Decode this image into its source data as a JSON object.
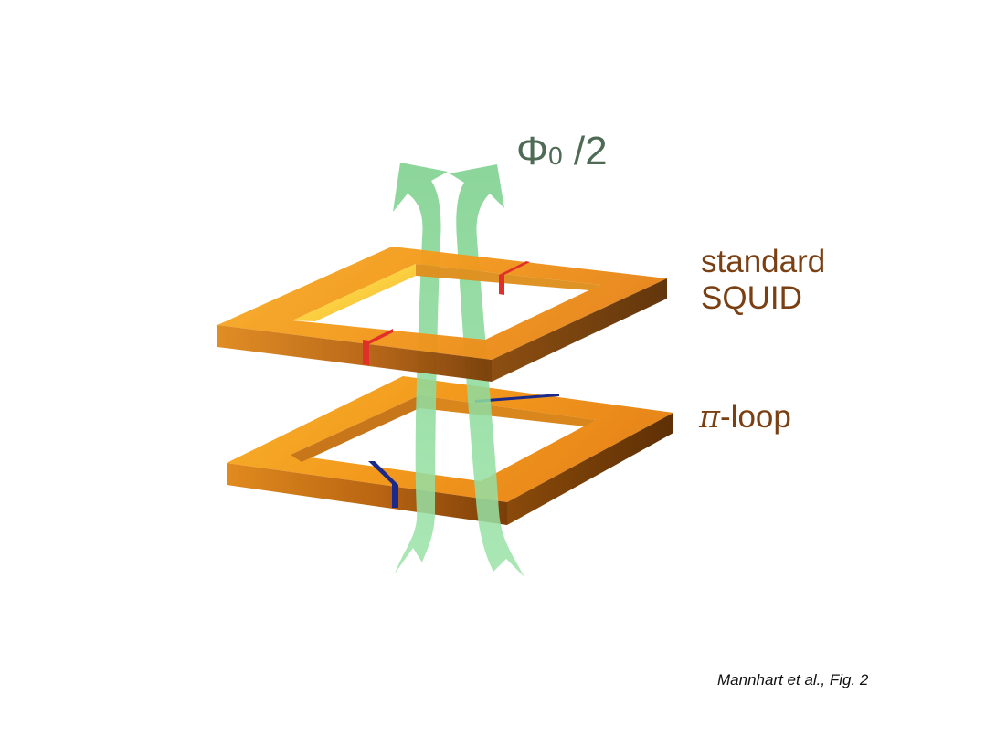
{
  "flux": {
    "symbol": "Φ",
    "subscript": "0",
    "suffix": " /2"
  },
  "squid": {
    "line1": "standard",
    "line2": "SQUID"
  },
  "piloop": {
    "symbol": "π",
    "suffix": "-loop"
  },
  "caption": "Mannhart et al., Fig. 2",
  "colors": {
    "ring": "#f39a1d",
    "ring_dark": "#8a4a0a",
    "ring_highlight": "#ffe23a",
    "junction_standard": "#e0302a",
    "junction_pi": "#1b2a8a",
    "flux_arrow": "#8fdca0",
    "label": "#7a3f12",
    "flux_label": "#4f6b55"
  }
}
